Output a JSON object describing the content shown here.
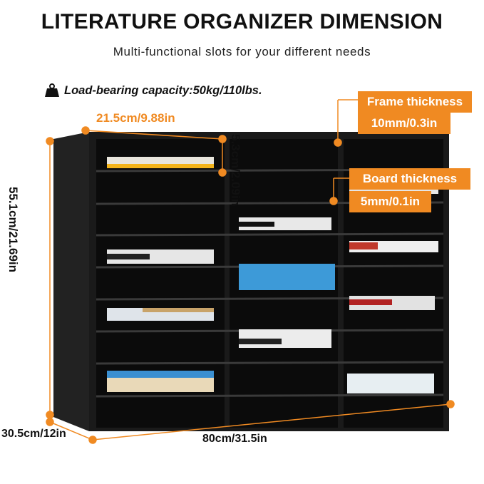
{
  "header": {
    "title": "LITERATURE ORGANIZER DIMENSION",
    "subtitle": "Multi-functional slots for your different needs"
  },
  "specs": {
    "load_bearing": "Load-bearing capacity:50kg/110lbs.",
    "frame_thickness_label": "Frame thickness",
    "frame_thickness_value": "10mm/0.3in",
    "board_thickness_label": "Board thickness",
    "board_thickness_value": "5mm/0.1in"
  },
  "dimensions": {
    "slot_width": "21.5cm/9.88in",
    "slot_height": "5.3cm/2.09in",
    "height": "55.1cm/21.69in",
    "depth": "30.5cm/12in",
    "width": "80cm/31.5in"
  },
  "colors": {
    "accent": "#f08a22",
    "frame": "#1a1a1a",
    "shelf": "#0d0d0d"
  },
  "icons": {
    "weight": "weight-icon"
  }
}
